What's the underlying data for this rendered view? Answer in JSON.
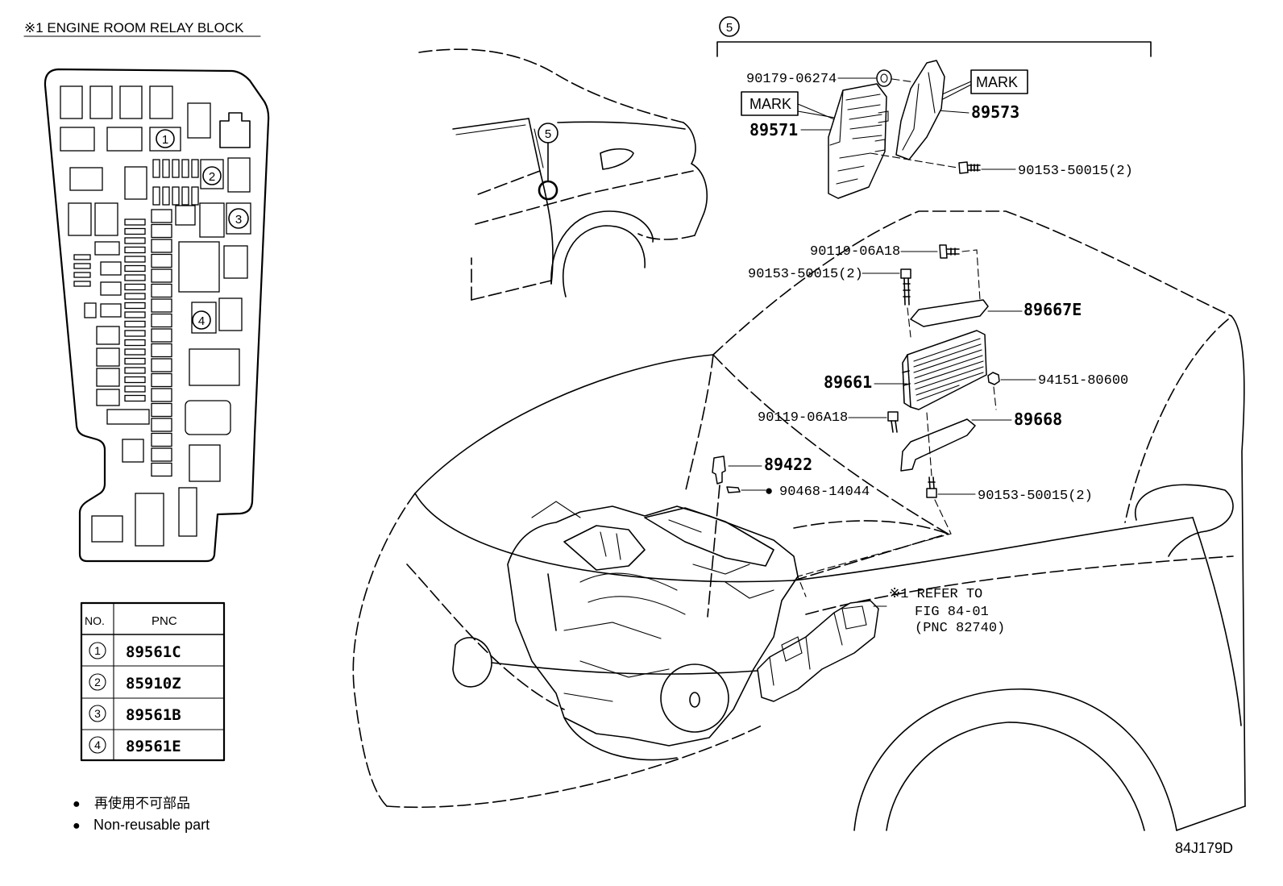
{
  "relay_block": {
    "title": "※1 ENGINE ROOM RELAY BLOCK",
    "markers": [
      {
        "no": "1"
      },
      {
        "no": "2"
      },
      {
        "no": "3"
      },
      {
        "no": "4"
      }
    ]
  },
  "pnc_table": {
    "headers": {
      "no": "NO.",
      "pnc": "PNC"
    },
    "rows": [
      {
        "no": "1",
        "pnc": "89561C"
      },
      {
        "no": "2",
        "pnc": "85910Z"
      },
      {
        "no": "3",
        "pnc": "89561B"
      },
      {
        "no": "4",
        "pnc": "89561E"
      }
    ]
  },
  "legend": [
    {
      "bullet": "●",
      "label": "再使用不可部品"
    },
    {
      "bullet": "●",
      "label": "Non-reusable part"
    }
  ],
  "figure_code": "84J179D",
  "detail": {
    "marker": "5"
  },
  "location_marker": "5",
  "callouts": {
    "nut_90179": "90179-06274",
    "mark_left": "MARK",
    "ecu_89571": "89571",
    "mark_right": "MARK",
    "bracket_89573": "89573",
    "bolt_90153_top": "90153-50015(2)",
    "bolt_90119_upper": "90119-06A18",
    "bolt_90153_upper": "90153-50015(2)",
    "bracket_89667e": "89667E",
    "ecu_89661": "89661",
    "nut_94151": "94151-80600",
    "bolt_90119_lower": "90119-06A18",
    "bracket_89668": "89668",
    "sensor_89422": "89422",
    "gasket_90468": {
      "bullet": "●",
      "label": "90468-14044"
    },
    "bolt_90153_lower": "90153-50015(2)"
  },
  "refer_note": {
    "lines": [
      "※1 REFER TO",
      "FIG 84-01",
      "(PNC 82740)"
    ]
  }
}
